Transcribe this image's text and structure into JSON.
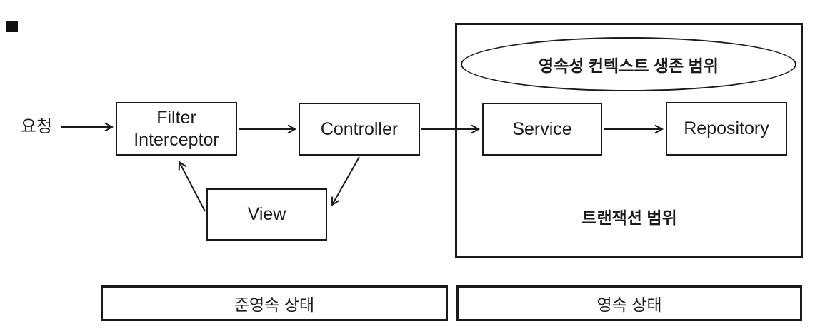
{
  "colors": {
    "ink": "#1a1a1a",
    "background": "#ffffff"
  },
  "flow": {
    "request_label": "요청",
    "filter_line1": "Filter",
    "filter_line2": "Interceptor",
    "controller_label": "Controller",
    "view_label": "View",
    "service_label": "Service",
    "repository_label": "Repository"
  },
  "scopes": {
    "persistence_context_label": "영속성 컨텍스트 생존 범위",
    "transaction_label": "트랜잭션 범위"
  },
  "states": {
    "detached_label": "준영속 상태",
    "persistent_label": "영속 상태"
  }
}
